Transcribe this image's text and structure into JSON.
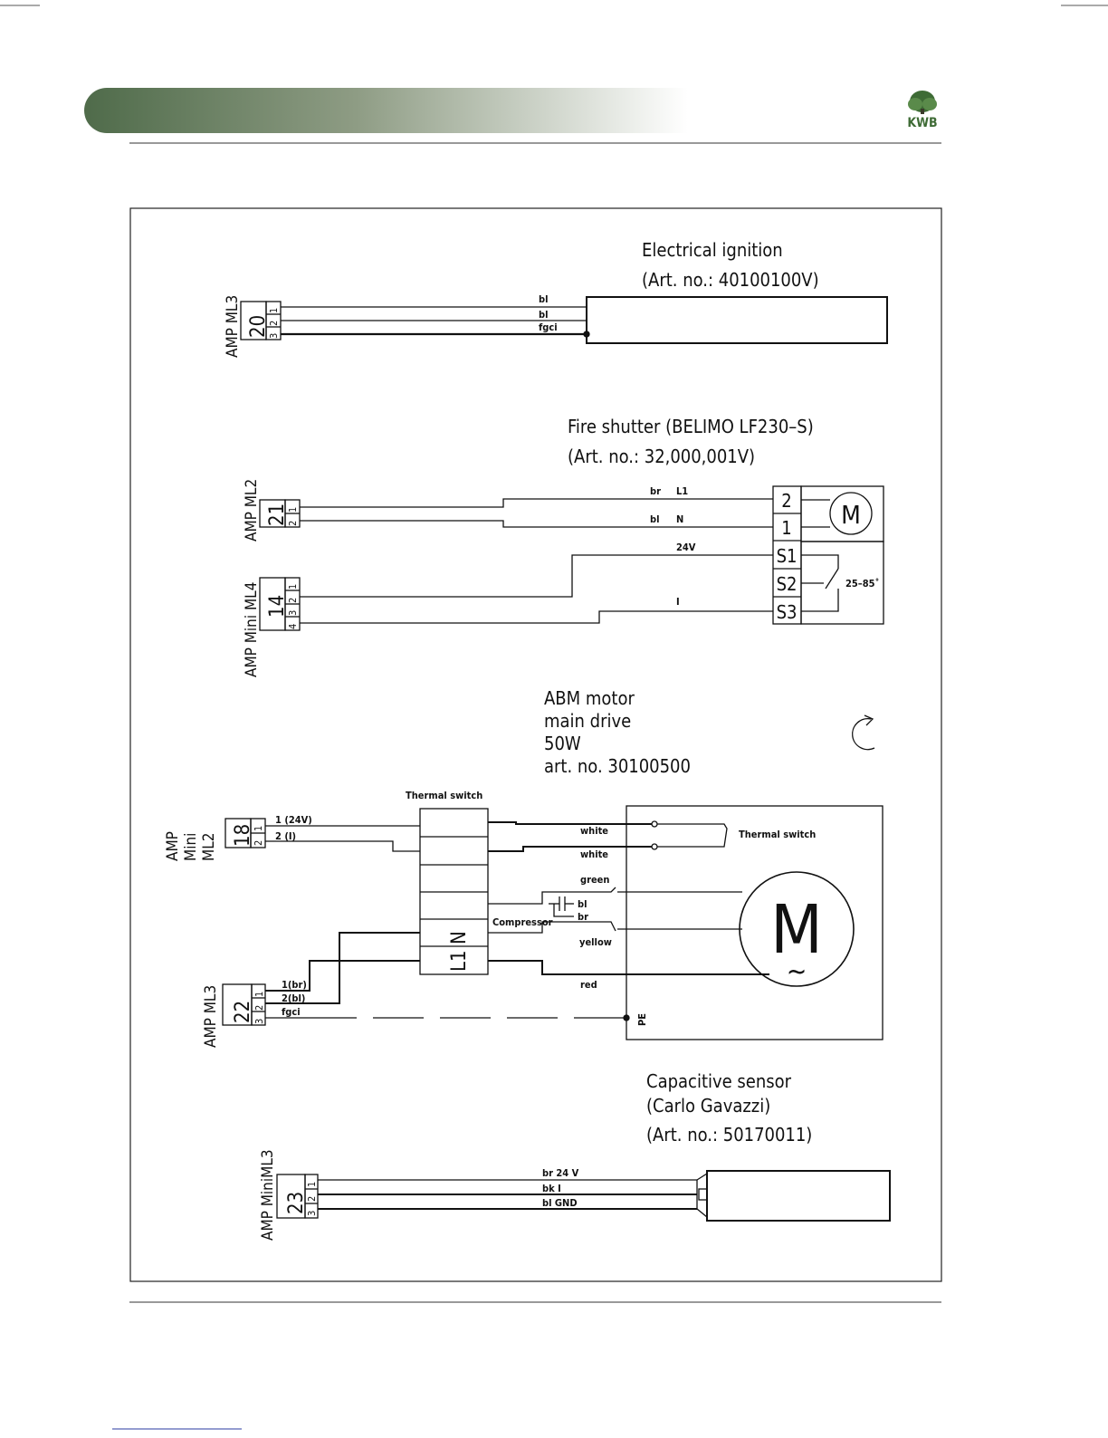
{
  "header": {
    "logo_text": "KWB",
    "brand_color": "#5a7452"
  },
  "diagram": {
    "ignition": {
      "connector_label": "AMP ML3",
      "connector_number": "20",
      "pins": [
        "3",
        "2",
        "1"
      ],
      "wires": [
        "bl",
        "bl",
        "fgci"
      ],
      "title_line1": "Electrical  ignition",
      "title_line2": "(Art.  no.:  40100100V)"
    },
    "fire_shutter": {
      "title_line1": "Fire  shutter  (BELIMO  LF230–S)",
      "title_line2": "(Art.  no.:  32,000,001V)",
      "connector_a_label": "AMP ML2",
      "connector_a_number": "21",
      "connector_a_pins": [
        "2",
        "1"
      ],
      "connector_b_label": "AMP Mini ML4",
      "connector_b_number": "14",
      "connector_b_pins": [
        "4",
        "3",
        "2",
        "1"
      ],
      "wire_br": "br",
      "wire_l1": "L1",
      "wire_bl": "bl",
      "wire_n": "N",
      "wire_24v": "24V",
      "wire_i": "I",
      "terminals": [
        "2",
        "1",
        "S1",
        "S2",
        "S3"
      ],
      "motor_symbol": "M",
      "temp_range": "25–85˚"
    },
    "abm_motor": {
      "title_line1": "ABM  motor",
      "title_line2": "main  drive",
      "title_line3": "50W",
      "title_line4": "art.  no.  30100500",
      "thermal_switch_label": "Thermal switch",
      "thermal_switch_label_2": "Thermal switch",
      "connector_a_label_1": "AMP",
      "connector_a_label_2": "Mini",
      "connector_a_label_3": "ML2",
      "connector_a_number": "18",
      "connector_a_pins": [
        "2",
        "1"
      ],
      "wire_1": "1  (24V)",
      "wire_2": "2  (I)",
      "connector_b_label": "AMP ML3",
      "connector_b_number": "22",
      "connector_b_pins": [
        "3",
        "2",
        "1"
      ],
      "wire_br": "1(br)",
      "wire_bl": "2(bl)",
      "wire_fgci": "fgci",
      "terminal_n": "N",
      "terminal_l1": "L1",
      "compressor_label": "Compressor",
      "cap_bl": "bl",
      "cap_br": "br",
      "wire_white_1": "white",
      "wire_white_2": "white",
      "wire_green": "green",
      "wire_yellow": "yellow",
      "wire_red": "red",
      "pe_label": "PE",
      "motor_symbol": "M",
      "ac_symbol": "~"
    },
    "capacitive_sensor": {
      "title_line1": "Capacitive  sensor",
      "title_line2": "(Carlo  Gavazzi)",
      "title_line3": "(Art.  no.:  50170011)",
      "connector_label": "AMP MiniML3",
      "connector_number": "23",
      "pins": [
        "3",
        "2",
        "1"
      ],
      "wire_1": "br  24 V",
      "wire_2": "bk  I",
      "wire_3": "bl  GND"
    }
  }
}
